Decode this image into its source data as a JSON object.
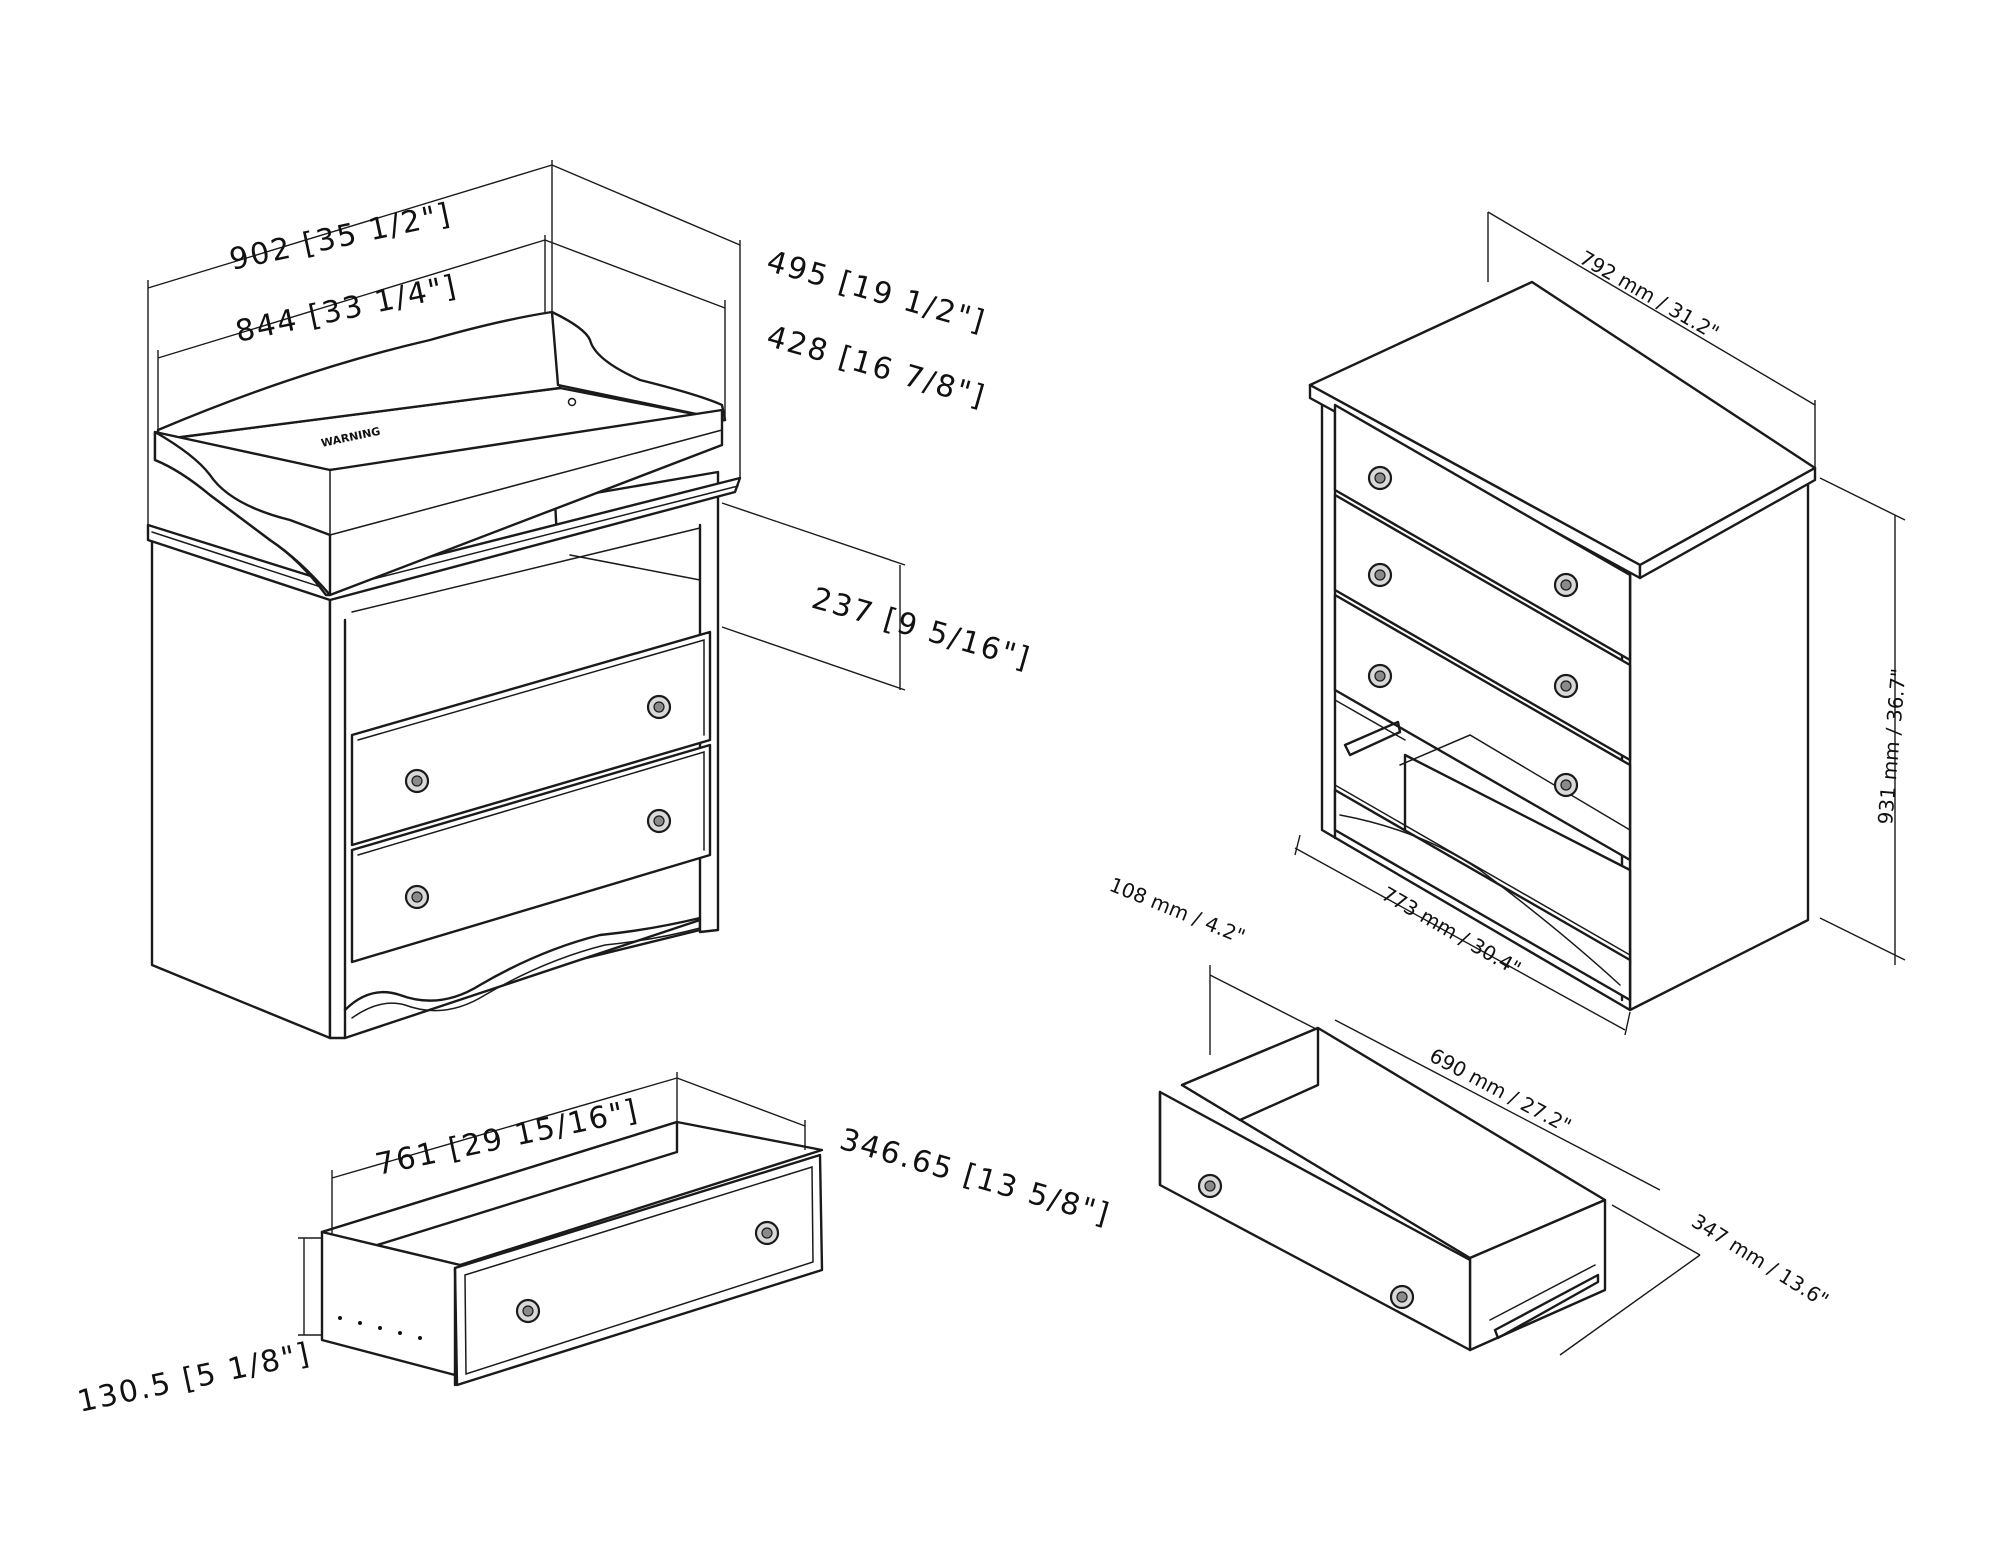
{
  "changing_table": {
    "warning_label": "WARNING",
    "dims": {
      "width_outer": "902 [35 1/2\"]",
      "width_inner": "844 [33 1/4\"]",
      "depth_outer": "495 [19 1/2\"]",
      "depth_inner": "428 [16 7/8\"]",
      "shelf_height": "237 [9 5/16\"]"
    }
  },
  "changing_table_drawer": {
    "dims": {
      "width": "761 [29 15/16\"]",
      "depth": "346.65 [13 5/8\"]",
      "height": "130.5 [5 1/8\"]"
    }
  },
  "chest": {
    "dims": {
      "depth": "792 mm / 31.2\"",
      "width": "773 mm / 30.4\"",
      "height": "931 mm / 36.7\""
    }
  },
  "chest_drawer": {
    "dims": {
      "height": "108 mm / 4.2\"",
      "width": "690 mm / 27.2\"",
      "depth": "347 mm / 13.6\""
    }
  }
}
